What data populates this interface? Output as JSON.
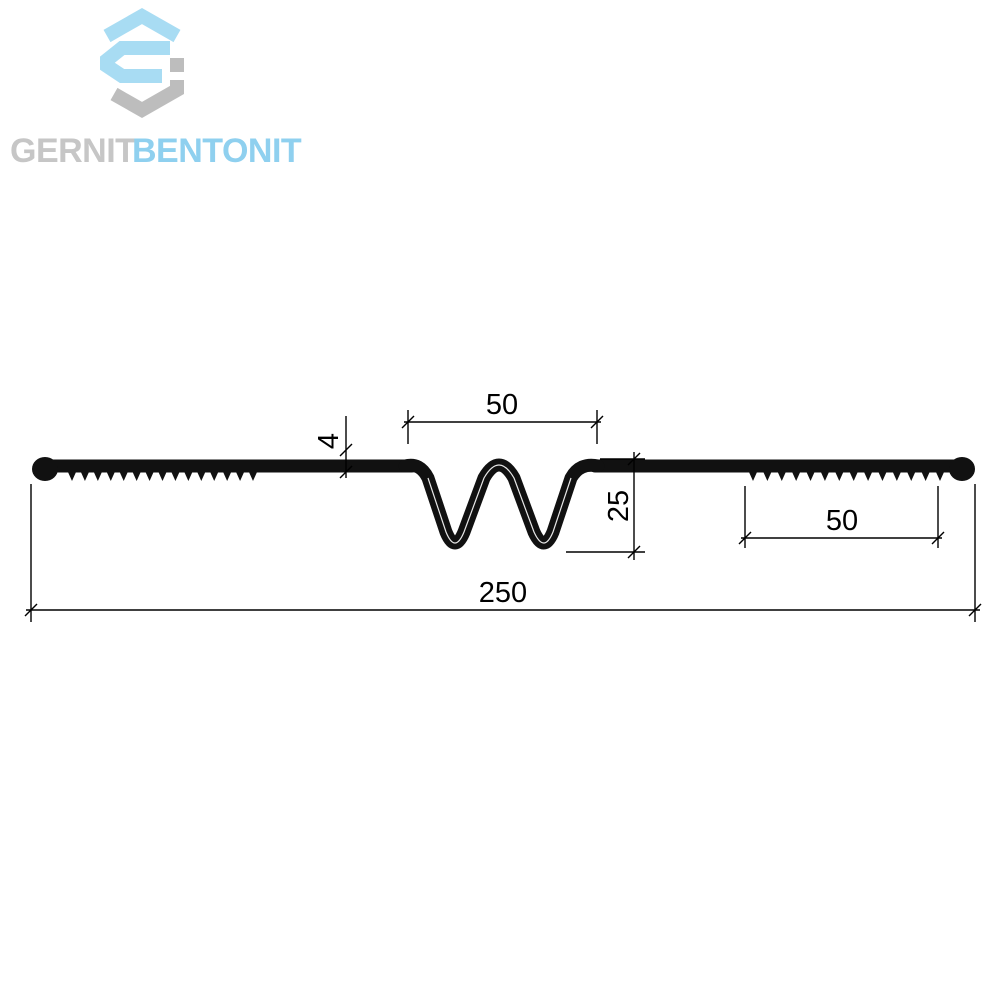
{
  "logo": {
    "word_primary": "GERNIT",
    "word_secondary": "BENTONIT",
    "color_primary": "#c6c6c6",
    "color_secondary": "#8fd0ef",
    "icon": "hexagon-s-logo-icon"
  },
  "profile": {
    "color": "#111111",
    "teeth_left_count": 15,
    "teeth_right_count": 14
  },
  "dimensions": {
    "overall_width": "250",
    "bulb_span": "50",
    "bulb_depth": "25",
    "thickness": "4",
    "ribbed_zone": "50"
  }
}
